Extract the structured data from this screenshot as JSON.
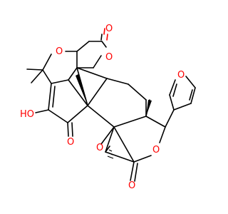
{
  "colors": {
    "bond": "#000000",
    "oxygen": "#ff0000",
    "background": "#ffffff"
  },
  "atoms": {
    "o_lactone_top_carbonyl": "O",
    "o_lactone_top_ring": "O",
    "o_furan_fused": "O",
    "o_hydroxyl": "HO",
    "o_ketone": "O",
    "o_epoxide": "O",
    "o_lactone_bottom_ring": "O",
    "o_lactone_bottom_carbonyl": "O",
    "o_furyl": "O"
  }
}
